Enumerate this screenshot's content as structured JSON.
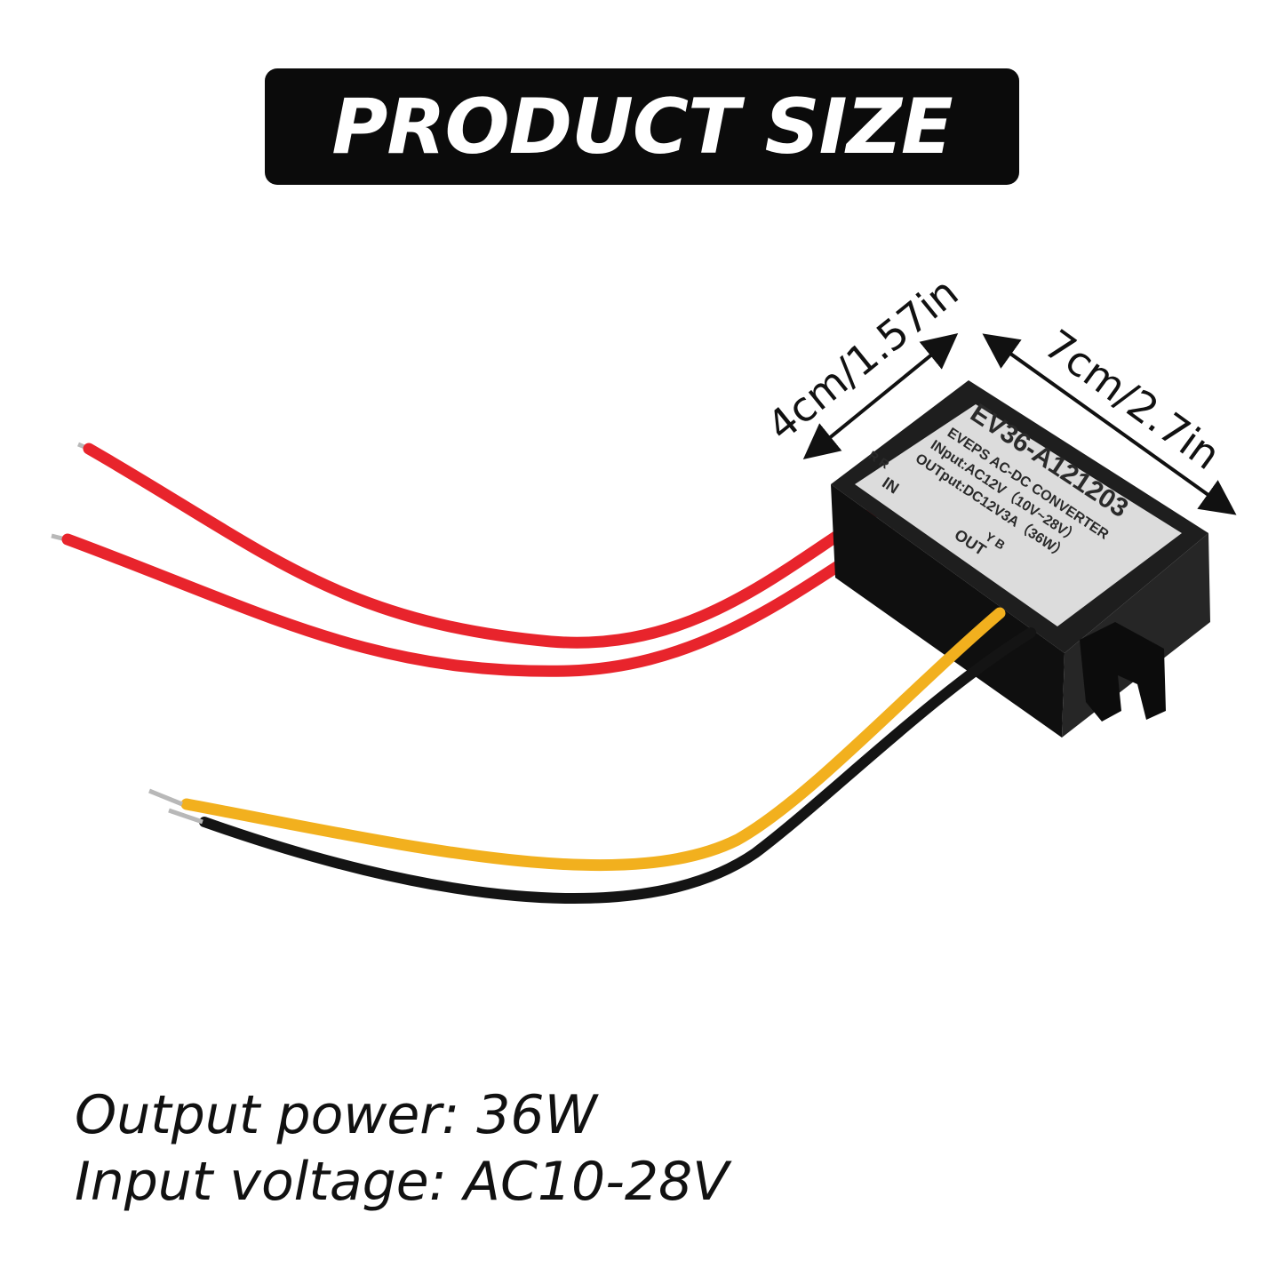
{
  "header": {
    "title": "PRODUCT SIZE"
  },
  "dimensions": {
    "width_label": "4cm/1.57in",
    "length_label": "7cm/2.7in"
  },
  "device_label": {
    "model": "EV36-A121203",
    "brand_line": "EVEPS AC-DC CONVERTER",
    "input_line": "INput:AC12V（10V~28V）",
    "output_line": "OUTput:DC12V3A（36W）",
    "in_marker": "IN",
    "in_pins": "R R",
    "out_marker": "OUT",
    "out_pins": "Y B"
  },
  "specs": {
    "output_power": "Output power: 36W",
    "input_voltage": "Input voltage: AC10-28V"
  },
  "colors": {
    "banner": "#0b0b0b",
    "red_wire": "#e8242c",
    "yellow_wire": "#f2b01e",
    "black_wire": "#141414",
    "housing": "#151515",
    "label": "#dcdcdc"
  }
}
